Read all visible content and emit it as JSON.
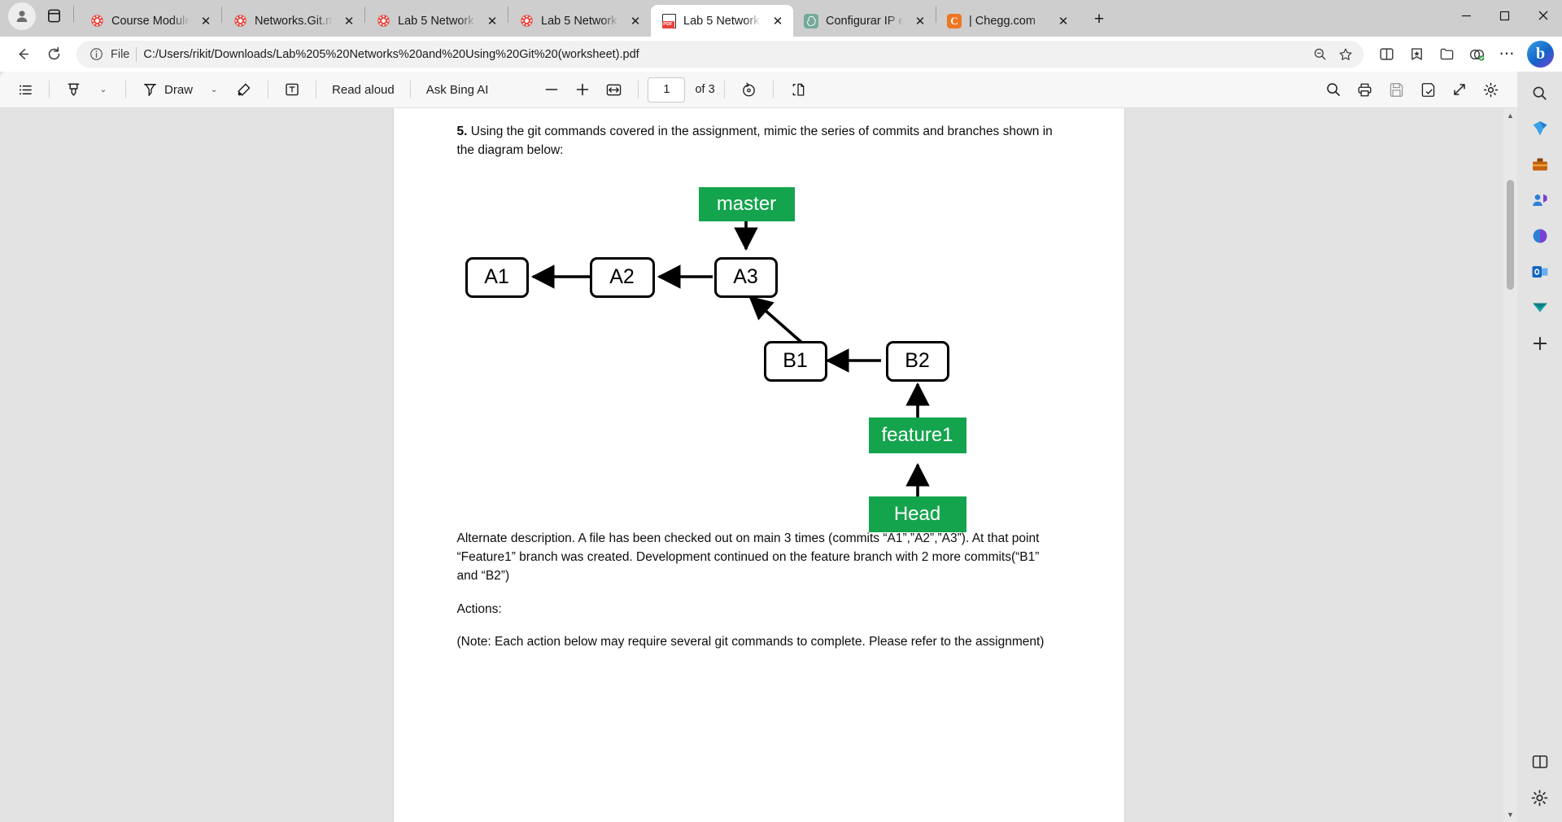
{
  "window": {
    "minimize_label": "─",
    "maximize_label": "□",
    "close_label": "✕"
  },
  "tabstrip": {
    "new_tab_label": "+",
    "close_label": "✕",
    "tabs": [
      {
        "title": "Course Module",
        "icon": "canvas-icon",
        "active": false
      },
      {
        "title": "Networks.Git.m",
        "icon": "canvas-icon",
        "active": false
      },
      {
        "title": "Lab 5 Network",
        "icon": "canvas-icon",
        "active": false
      },
      {
        "title": "Lab 5 Network",
        "icon": "canvas-icon",
        "active": false
      },
      {
        "title": "Lab 5 Network",
        "icon": "pdf-icon",
        "active": true
      },
      {
        "title": "Configurar IP e",
        "icon": "chatgpt-icon",
        "active": false
      },
      {
        "title": "| Chegg.com",
        "icon": "chegg-icon",
        "active": false
      }
    ]
  },
  "navbar": {
    "back_label": "←",
    "refresh_label": "⟳",
    "scheme_label": "File",
    "url": "C:/Users/rikit/Downloads/Lab%205%20Networks%20and%20Using%20Git%20(worksheet).pdf",
    "zoom_out_label": "⊖",
    "favorite_label": "☆",
    "split_label": "◫",
    "collections_label": "☆",
    "favorites_bar_label": "▤",
    "browser_essentials_label": "◑",
    "settings_more_label": "⋯",
    "copilot_label": "b"
  },
  "pdf_toolbar": {
    "toc_label": "☰",
    "highlight_label": "highlight",
    "highlight_chevron": "⌄",
    "draw_label": "Draw",
    "draw_chevron": "⌄",
    "erase_label": "erase",
    "text_label": "T",
    "read_aloud_label": "Read aloud",
    "ask_bing_label": "Ask Bing AI",
    "zoom_out_label": "−",
    "zoom_in_label": "+",
    "fit_page_label": "fit",
    "page_number": "1",
    "page_total": "of 3",
    "rotate_label": "rotate",
    "page_view_label": "page-view",
    "search_label": "search",
    "print_label": "print",
    "save_label": "save",
    "save_as_label": "save-as",
    "fullscreen_label": "fullscreen",
    "settings_label": "settings"
  },
  "document": {
    "question_number": "5.",
    "question_text": "Using the git commands covered in the assignment, mimic the series of commits and branches shown in the diagram below:",
    "paragraphs": [
      "Alternate description. A file has been checked out on main 3 times (commits “A1”,”A2”,”A3”).  At that point “Feature1” branch was created. Development continued on the feature branch with 2 more commits(“B1” and “B2”)",
      "Actions:",
      "(Note: Each action below may require several git commands to complete.  Please refer to the assignment)"
    ]
  },
  "diagram": {
    "accent_green": "#14a44d",
    "nodes": [
      {
        "id": "A1",
        "label": "A1"
      },
      {
        "id": "A2",
        "label": "A2"
      },
      {
        "id": "A3",
        "label": "A3"
      },
      {
        "id": "B1",
        "label": "B1"
      },
      {
        "id": "B2",
        "label": "B2"
      }
    ],
    "labels": [
      {
        "id": "master",
        "label": "master"
      },
      {
        "id": "feature1",
        "label": "feature1"
      },
      {
        "id": "head",
        "label": "Head"
      }
    ]
  },
  "scrollbar": {
    "up_label": "▲",
    "down_label": "▼"
  },
  "edgebar": {
    "items": [
      {
        "name": "bing-search-icon",
        "glyph": "🔍",
        "color": "#3b3b3b"
      },
      {
        "name": "copilot-icon",
        "glyph": "◆",
        "color": "#2f7fd6"
      },
      {
        "name": "shopping-icon",
        "glyph": "▤",
        "color": "#c4620f"
      },
      {
        "name": "drop-icon",
        "glyph": "♣",
        "color": "#2f7fd6"
      },
      {
        "name": "browser-essentials-icon",
        "glyph": "◔",
        "color": "#2f7fd6"
      },
      {
        "name": "outlook-icon",
        "glyph": "O",
        "color": "#1565c0"
      },
      {
        "name": "send-icon",
        "glyph": "➤",
        "color": "#15a3a3"
      },
      {
        "name": "add-sidebar-icon",
        "glyph": "+",
        "color": "#2b2b2b"
      }
    ],
    "bottom_items": [
      {
        "name": "split-screen-icon",
        "glyph": "◫",
        "color": "#2b2b2b"
      },
      {
        "name": "sidebar-settings-icon",
        "glyph": "⚙",
        "color": "#2b2b2b"
      }
    ]
  }
}
